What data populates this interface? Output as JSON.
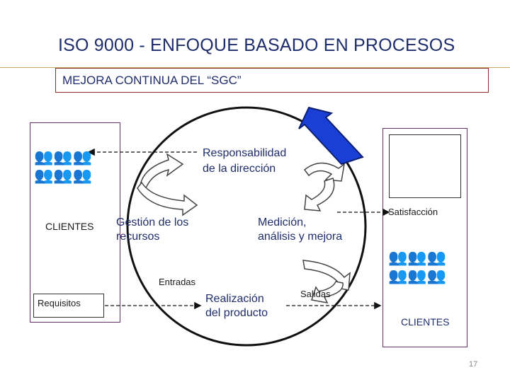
{
  "slide": {
    "title": "ISO 9000 - ENFOQUE BASADO EN PROCESOS",
    "subtitle": "MEJORA CONTINUA DEL “SGC”",
    "page_number": "17"
  },
  "left_panel": {
    "group_icon": "people-group-icon",
    "label_clientes": "CLIENTES",
    "label_requisitos": "Requisitos"
  },
  "right_panel": {
    "label_satisfaccion": "Satisfacción",
    "group_icon": "people-group-icon",
    "label_clientes": "CLIENTES"
  },
  "process": {
    "responsabilidad_line1": "Responsabilidad",
    "responsabilidad_line2": "de la dirección",
    "gestion_line1": "Gestión de los",
    "gestion_line2": "recursos",
    "medicion_line1": "Medición,",
    "medicion_line2": "análisis y mejora",
    "realizacion_line1": "Realización",
    "realizacion_line2": "del producto",
    "entradas": "Entradas",
    "salidas": "Salidas"
  },
  "colors": {
    "title": "#1f2d6b",
    "frame": "#6b2f6b",
    "improvement_arrow": "#1a3fd6"
  }
}
